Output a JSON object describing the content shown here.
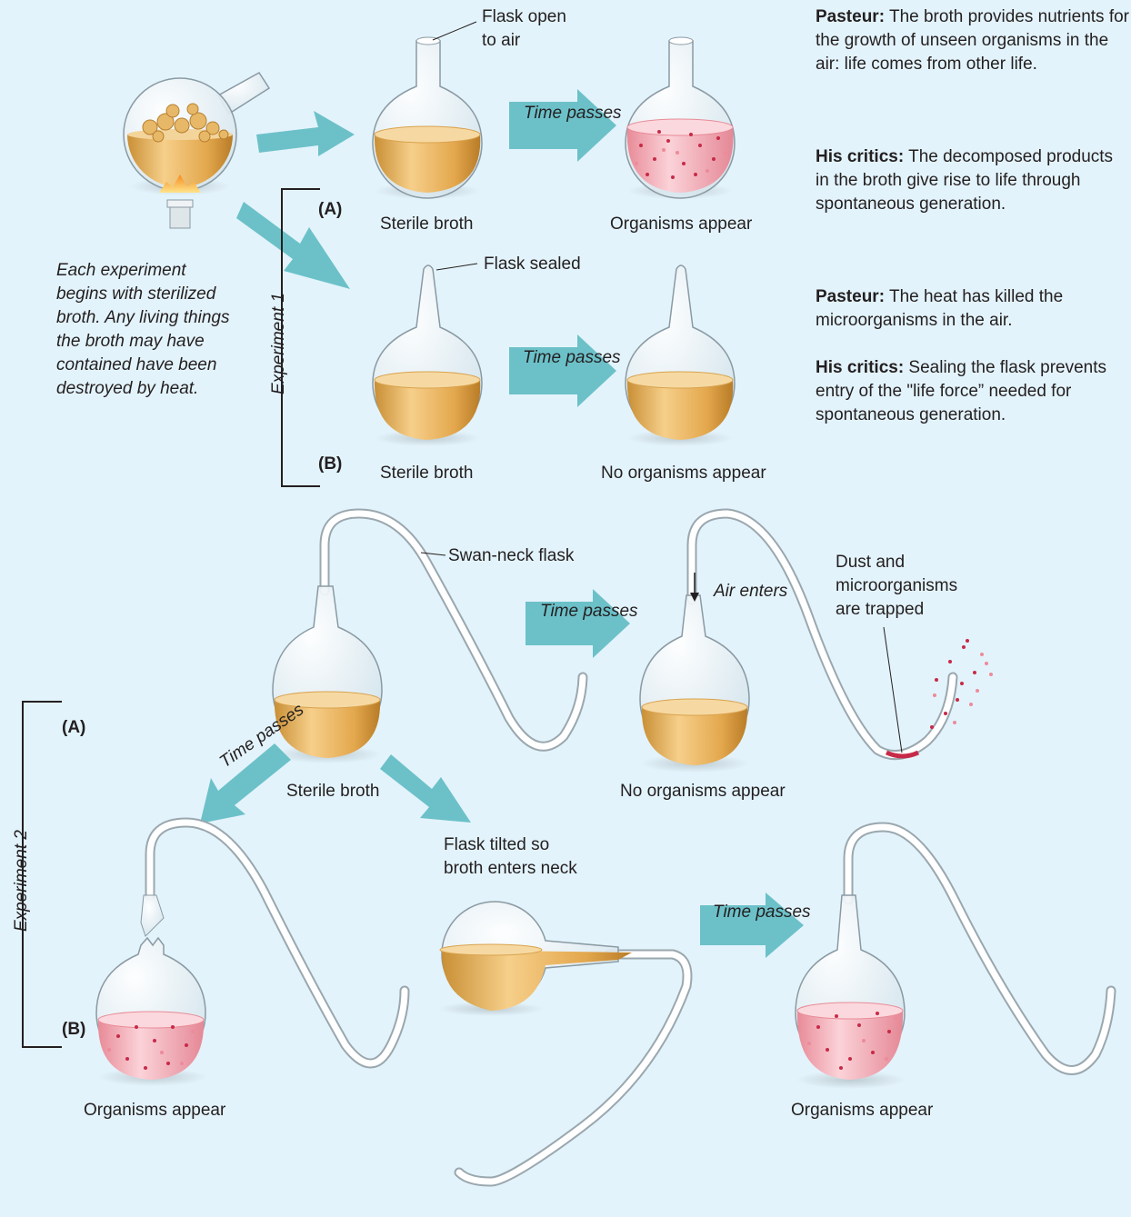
{
  "colors": {
    "background": "#e3f3fb",
    "arrow": "#6cc1c9",
    "broth": "#e9b35a",
    "broth_contaminated": "#f2a9b2",
    "dots": "#c72a48",
    "glass": "#ffffff"
  },
  "intro_text": "Each experiment\nbegins with sterilized\nbroth. Any living things\nthe broth may have\ncontained have been\ndestroyed by heat.",
  "experiment1": {
    "label": "Experiment 1",
    "a": {
      "tag": "(A)",
      "callout": "Flask open\nto air",
      "left_caption": "Sterile broth",
      "arrow_text": "Time\npasses",
      "right_caption": "Organisms appear",
      "pasteur_bold": "Pasteur:",
      "pasteur_text": " The broth provides nutrients for the growth of unseen organisms in the air: life comes from other life.",
      "critics_bold": "His critics:",
      "critics_text": " The decomposed products in the broth give rise to life through spontaneous generation."
    },
    "b": {
      "tag": "(B)",
      "callout": "Flask sealed",
      "left_caption": "Sterile broth",
      "arrow_text": "Time\npasses",
      "right_caption": "No organisms appear",
      "pasteur_bold": "Pasteur:",
      "pasteur_text": " The heat has killed the microorganisms in the air.",
      "critics_bold": "His critics:",
      "critics_text": " Sealing the flask prevents entry of the \"life force” needed for spontaneous generation."
    }
  },
  "experiment2": {
    "label": "Experiment 2",
    "a_tag": "(A)",
    "b_tag": "(B)",
    "swan_label": "Swan-neck flask",
    "center_caption": "Sterile broth",
    "arrow_a_text": "Time\npasses",
    "air_enters": "Air enters",
    "dust_text": "Dust and\nmicroorganisms\nare trapped",
    "a_result": "No organisms appear",
    "broken_arrow_text": "Time\npasses",
    "broken_result": "Organisms appear",
    "tilted_text": "Flask tilted so\nbroth enters neck",
    "arrow_b_text": "Time\npasses",
    "tilted_result": "Organisms appear"
  }
}
